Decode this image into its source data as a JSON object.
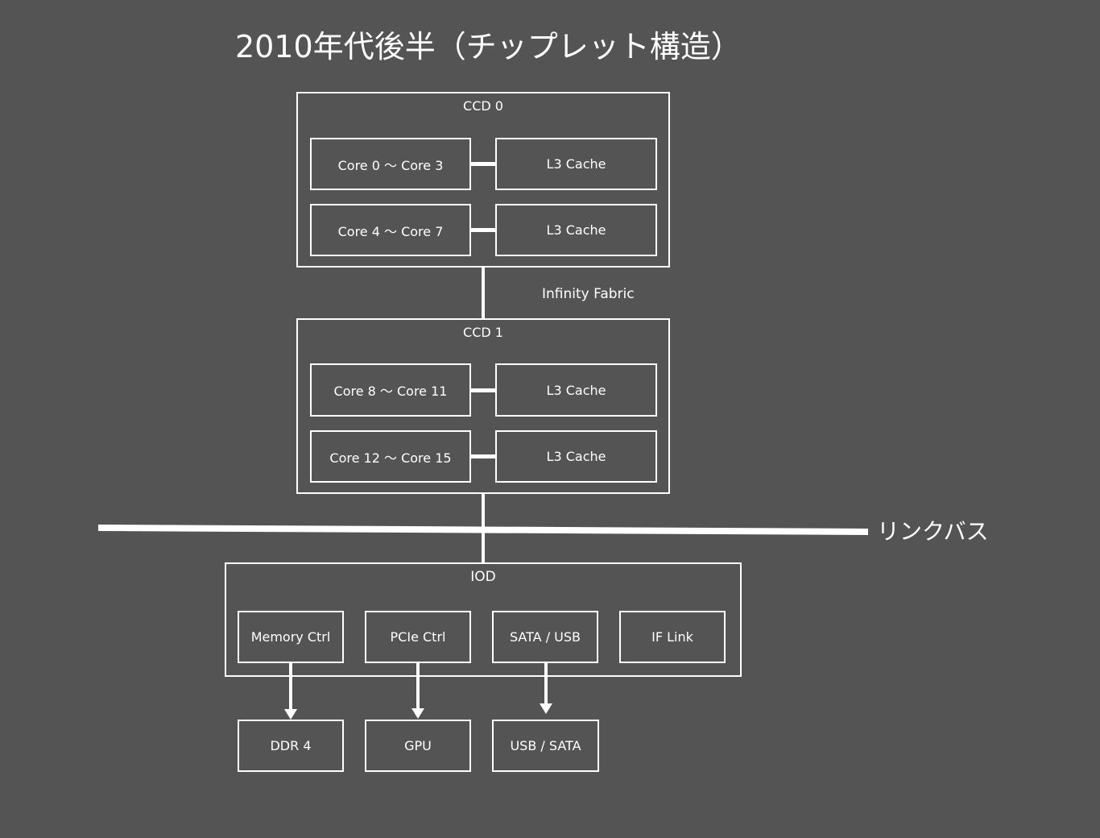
{
  "title": "2010年代後半（チップレット構造）",
  "ccd0": {
    "label": "CCD 0",
    "rows": [
      {
        "cores": "Core 0 〜 Core 3",
        "cache": "L3 Cache"
      },
      {
        "cores": "Core 4 〜 Core 7",
        "cache": "L3 Cache"
      }
    ]
  },
  "interconnect_label": "Infinity Fabric",
  "ccd1": {
    "label": "CCD 1",
    "rows": [
      {
        "cores": "Core 8 〜 Core 11",
        "cache": "L3 Cache"
      },
      {
        "cores": "Core 12 〜 Core 15",
        "cache": "L3 Cache"
      }
    ]
  },
  "bus_label": "リンクバス",
  "iod": {
    "label": "IOD",
    "modules": [
      "Memory Ctrl",
      "PCIe Ctrl",
      "SATA / USB",
      "IF Link"
    ]
  },
  "devices": [
    "DDR 4",
    "GPU",
    "USB / SATA"
  ],
  "colors": {
    "background": "#545454",
    "foreground": "#ffffff"
  }
}
